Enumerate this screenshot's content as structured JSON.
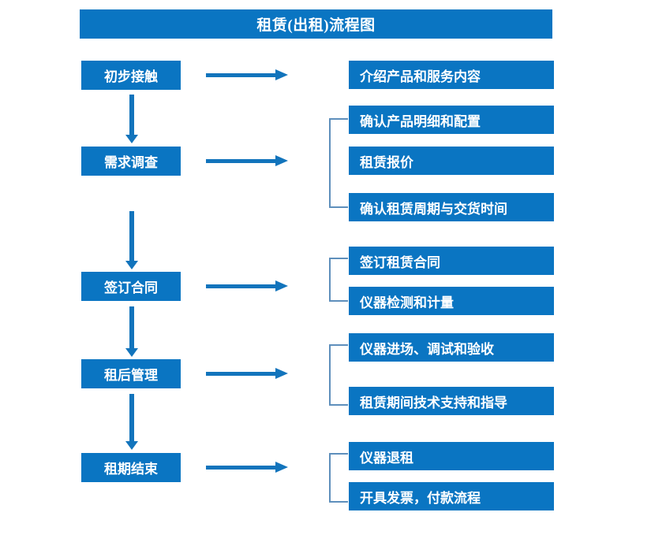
{
  "diagram": {
    "title": "租赁(出租)流程图",
    "title_color": "#0A75C2",
    "box_color": "#0A75C2",
    "arrow_color": "#1274BC",
    "bracket_color": "#5E8FBC",
    "text_color": "#FFFFFF",
    "background": "#FFFFFF"
  },
  "stages": [
    {
      "id": "stage-1",
      "label": "初步接触"
    },
    {
      "id": "stage-2",
      "label": "需求调查"
    },
    {
      "id": "stage-3",
      "label": "签订合同"
    },
    {
      "id": "stage-4",
      "label": "租后管理"
    },
    {
      "id": "stage-5",
      "label": "租期结束"
    }
  ],
  "details": {
    "stage_1": [
      {
        "label": "介绍产品和服务内容"
      }
    ],
    "stage_2": [
      {
        "label": "确认产品明细和配置"
      },
      {
        "label": "租赁报价"
      },
      {
        "label": "确认租赁周期与交货时间"
      }
    ],
    "stage_3": [
      {
        "label": "签订租赁合同"
      },
      {
        "label": "仪器检测和计量"
      }
    ],
    "stage_4": [
      {
        "label": "仪器进场、调试和验收"
      },
      {
        "label": "租赁期间技术支持和指导"
      }
    ],
    "stage_5": [
      {
        "label": "仪器退租"
      },
      {
        "label": "开具发票，付款流程"
      }
    ]
  }
}
